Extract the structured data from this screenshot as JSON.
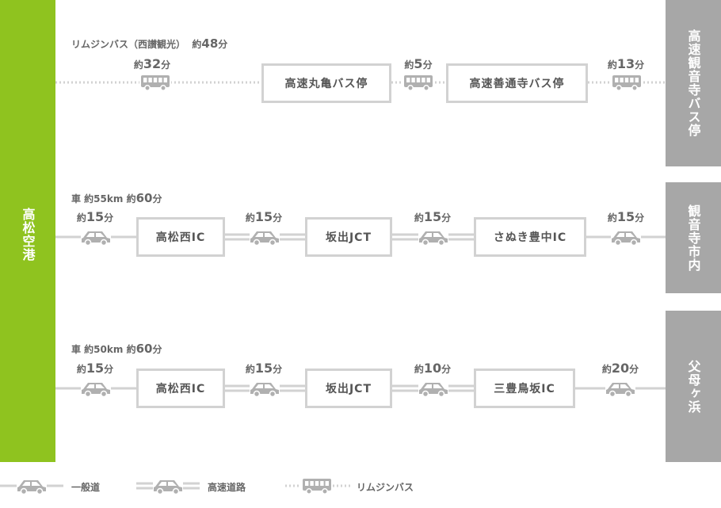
{
  "origin": {
    "label": "高松空港"
  },
  "destinations": [
    {
      "label": "高速観音寺バス停"
    },
    {
      "label": "観音寺市内"
    },
    {
      "label": "父母ヶ浜"
    }
  ],
  "routes": [
    {
      "type": "limousine-bus",
      "label_prefix": "リムジンバス（西讃観光）",
      "label_time_prefix": "約",
      "label_time_num": "48",
      "label_time_unit": "分",
      "segments": [
        {
          "prefix": "約",
          "num": "32",
          "unit": "分"
        },
        {
          "prefix": "約",
          "num": "5",
          "unit": "分"
        },
        {
          "prefix": "約",
          "num": "13",
          "unit": "分"
        }
      ],
      "stops": [
        "高速丸亀バス停",
        "高速善通寺バス停"
      ]
    },
    {
      "type": "car",
      "label_prefix": "車 約55km",
      "label_time_prefix": "約",
      "label_time_num": "60",
      "label_time_unit": "分",
      "segments": [
        {
          "prefix": "約",
          "num": "15",
          "unit": "分"
        },
        {
          "prefix": "約",
          "num": "15",
          "unit": "分"
        },
        {
          "prefix": "約",
          "num": "15",
          "unit": "分"
        },
        {
          "prefix": "約",
          "num": "15",
          "unit": "分"
        }
      ],
      "stops": [
        "高松西IC",
        "坂出JCT",
        "さぬき豊中IC"
      ]
    },
    {
      "type": "car",
      "label_prefix": "車 約50km",
      "label_time_prefix": "約",
      "label_time_num": "60",
      "label_time_unit": "分",
      "segments": [
        {
          "prefix": "約",
          "num": "15",
          "unit": "分"
        },
        {
          "prefix": "約",
          "num": "15",
          "unit": "分"
        },
        {
          "prefix": "約",
          "num": "10",
          "unit": "分"
        },
        {
          "prefix": "約",
          "num": "20",
          "unit": "分"
        }
      ],
      "stops": [
        "高松西IC",
        "坂出JCT",
        "三豊鳥坂IC"
      ]
    }
  ],
  "legend": [
    {
      "label": "一般道",
      "icon": "car-icon"
    },
    {
      "label": "高速道路",
      "icon": "car-icon"
    },
    {
      "label": "リムジンバス",
      "icon": "bus-icon"
    }
  ],
  "colors": {
    "origin": "#8fc31f",
    "destination": "#a7a7a7",
    "line": "#d2d2d2",
    "icon": "#b0b0b0",
    "text": "#666666"
  }
}
